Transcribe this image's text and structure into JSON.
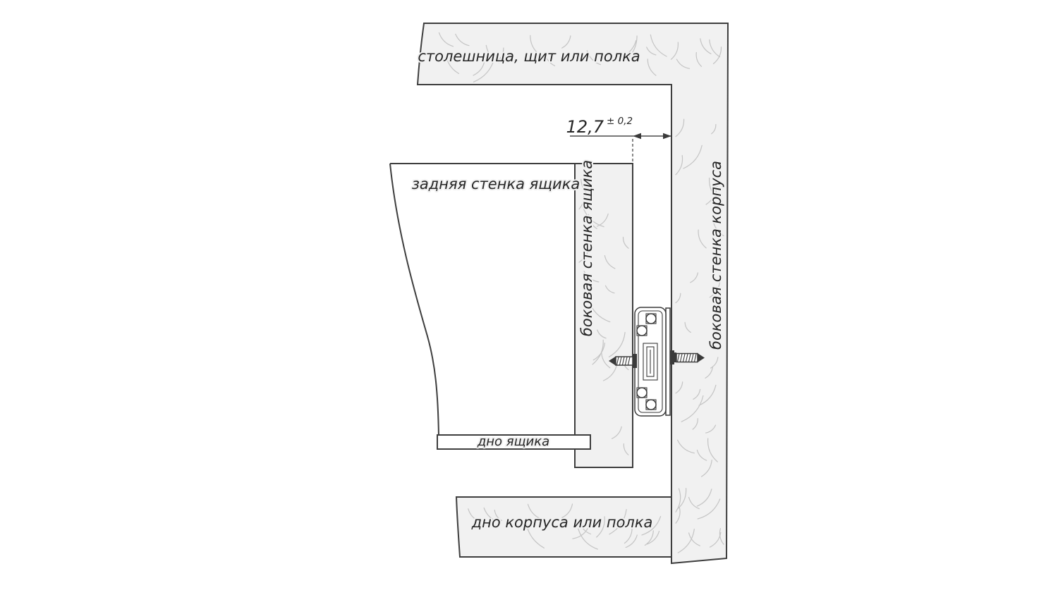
{
  "colors": {
    "bg": "#ffffff",
    "panel": "#f1f1f1",
    "grain": "#c4c4c4",
    "line": "#3e3e3e",
    "ink": "#262626",
    "mline": "#3a3a3a"
  },
  "labels": {
    "top_panel": "столешница, щит или полка",
    "drawer_back": "задняя стенка ящика",
    "drawer_side": "боковая стенка ящика",
    "cabinet_side": "боковая стенка корпуса",
    "drawer_bottom": "дно ящика",
    "cabinet_bottom": "дно корпуса или полка"
  },
  "dimension": {
    "value": "12,7",
    "tolerance": "± 0,2"
  }
}
